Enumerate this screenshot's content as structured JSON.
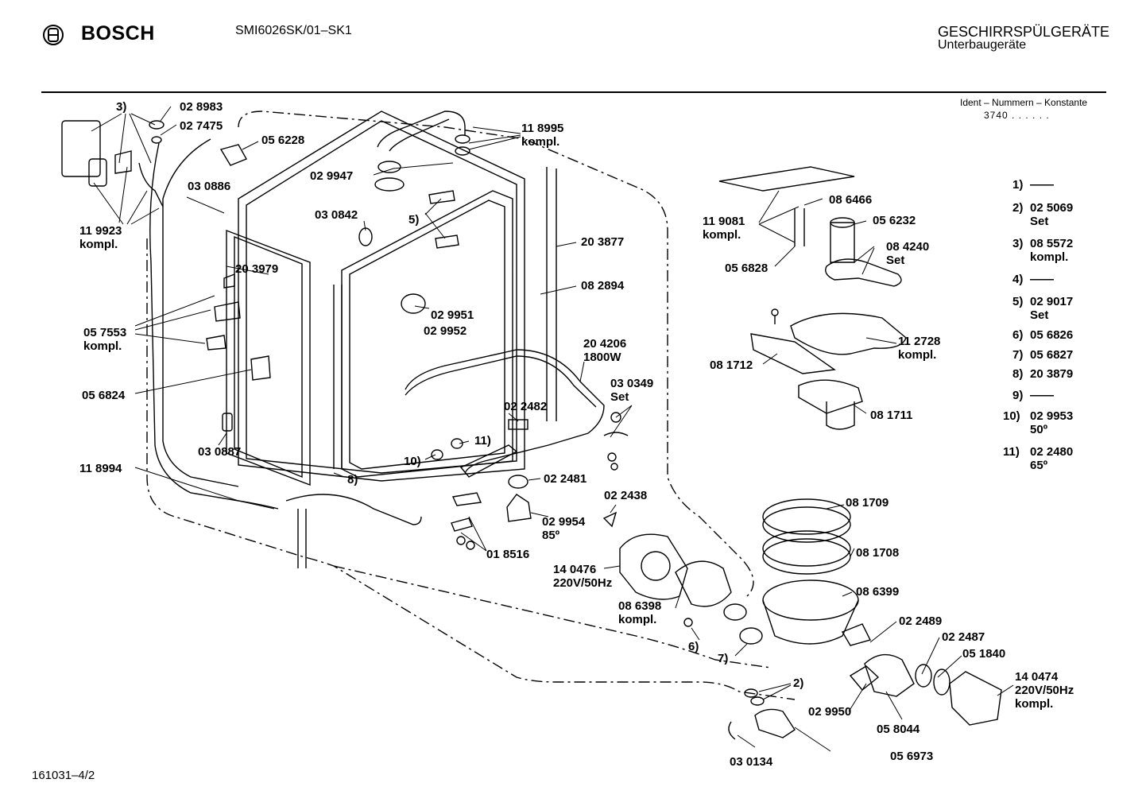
{
  "header": {
    "brand": "BOSCH",
    "model": "SMI6026SK/01–SK1",
    "category": "GESCHIRRSPÜLGERÄTE",
    "subcategory": "Unterbaugeräte",
    "ident_label": "Ident – Nummern – Konstante",
    "ident_value": "3740 . . . . . ."
  },
  "footer": {
    "document_number": "161031–4/2"
  },
  "labels": [
    {
      "id": "l-3",
      "text": "3)"
    },
    {
      "id": "l-028983",
      "text": "02 8983"
    },
    {
      "id": "l-027475",
      "text": "02 7475"
    },
    {
      "id": "l-056228",
      "text": "05 6228"
    },
    {
      "id": "l-118995",
      "text": "11 8995\nkompl."
    },
    {
      "id": "l-029947",
      "text": "02 9947"
    },
    {
      "id": "l-030886",
      "text": "03 0886"
    },
    {
      "id": "l-030842",
      "text": "03 0842"
    },
    {
      "id": "l-5",
      "text": "5)"
    },
    {
      "id": "l-119923",
      "text": "11 9923\nkompl."
    },
    {
      "id": "l-203979",
      "text": "20 3979"
    },
    {
      "id": "l-203877",
      "text": "20 3877"
    },
    {
      "id": "l-082894",
      "text": "08 2894"
    },
    {
      "id": "l-029951",
      "text": "02 9951"
    },
    {
      "id": "l-029952",
      "text": "02 9952"
    },
    {
      "id": "l-057553",
      "text": "05 7553\nkompl."
    },
    {
      "id": "l-204206",
      "text": "20 4206\n1800W"
    },
    {
      "id": "l-056824",
      "text": "05 6824"
    },
    {
      "id": "l-030349",
      "text": "03 0349\nSet"
    },
    {
      "id": "l-022482",
      "text": "02 2482"
    },
    {
      "id": "l-11",
      "text": "11)"
    },
    {
      "id": "l-10",
      "text": "10)"
    },
    {
      "id": "l-030887",
      "text": "03 0887"
    },
    {
      "id": "l-118994",
      "text": "11 8994"
    },
    {
      "id": "l-8",
      "text": "8)"
    },
    {
      "id": "l-022481",
      "text": "02 2481"
    },
    {
      "id": "l-022438",
      "text": "02 2438"
    },
    {
      "id": "l-029954",
      "text": "02 9954\n85º"
    },
    {
      "id": "l-018516",
      "text": "01 8516"
    },
    {
      "id": "l-140476",
      "text": "14 0476\n220V/50Hz"
    },
    {
      "id": "l-086398",
      "text": "08 6398\nkompl."
    },
    {
      "id": "l-6",
      "text": "6)"
    },
    {
      "id": "l-7",
      "text": "7)"
    },
    {
      "id": "l-086466",
      "text": "08 6466"
    },
    {
      "id": "l-119081",
      "text": "11 9081\nkompl."
    },
    {
      "id": "l-056232",
      "text": "05 6232"
    },
    {
      "id": "l-084240",
      "text": "08 4240\nSet"
    },
    {
      "id": "l-056828",
      "text": "05 6828"
    },
    {
      "id": "l-112728",
      "text": "11 2728\nkompl."
    },
    {
      "id": "l-081712",
      "text": "08 1712"
    },
    {
      "id": "l-081711",
      "text": "08 1711"
    },
    {
      "id": "l-081709",
      "text": "08 1709"
    },
    {
      "id": "l-081708",
      "text": "08 1708"
    },
    {
      "id": "l-086399",
      "text": "08 6399"
    },
    {
      "id": "l-022489",
      "text": "02 2489"
    },
    {
      "id": "l-022487",
      "text": "02 2487"
    },
    {
      "id": "l-051840",
      "text": "05 1840"
    },
    {
      "id": "l-140474",
      "text": "14 0474\n220V/50Hz\nkompl."
    },
    {
      "id": "l-2",
      "text": "2)"
    },
    {
      "id": "l-029950",
      "text": "02 9950"
    },
    {
      "id": "l-058044",
      "text": "05 8044"
    },
    {
      "id": "l-056973",
      "text": "05 6973"
    },
    {
      "id": "l-030134",
      "text": "03 0134"
    }
  ],
  "legend": [
    {
      "key": "1)",
      "value": "——"
    },
    {
      "key": "2)",
      "value": "02 5069\nSet"
    },
    {
      "key": "3)",
      "value": "08 5572\nkompl."
    },
    {
      "key": "4)",
      "value": "——"
    },
    {
      "key": "5)",
      "value": "02 9017\nSet"
    },
    {
      "key": "6)",
      "value": "05 6826"
    },
    {
      "key": "7)",
      "value": "05 6827"
    },
    {
      "key": "8)",
      "value": "20 3879"
    },
    {
      "key": "9)",
      "value": "——"
    },
    {
      "key": "10)",
      "value": "02 9953\n50º"
    },
    {
      "key": "11)",
      "value": "02 2480\n65º"
    }
  ]
}
